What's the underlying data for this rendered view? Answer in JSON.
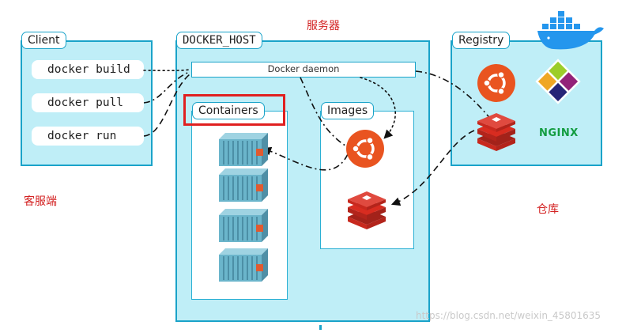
{
  "server_label": "服务器",
  "client_side_label": "客服端",
  "warehouse_label": "仓库",
  "client": {
    "title": "Client",
    "commands": [
      "docker build",
      "docker pull",
      "docker run"
    ]
  },
  "host": {
    "title": "DOCKER_HOST",
    "daemon": "Docker daemon",
    "containers_title": "Containers",
    "images_title": "Images"
  },
  "registry": {
    "title": "Registry",
    "nginx_label": "NGINX"
  },
  "watermark": "https://blog.csdn.net/weixin_45801635",
  "colors": {
    "panel_fill": "#bfeef7",
    "panel_border": "#1aa3c9",
    "highlight": "#e02020",
    "ubuntu": "#e95420",
    "redis": "#d82c20",
    "nginx": "#139c40"
  }
}
